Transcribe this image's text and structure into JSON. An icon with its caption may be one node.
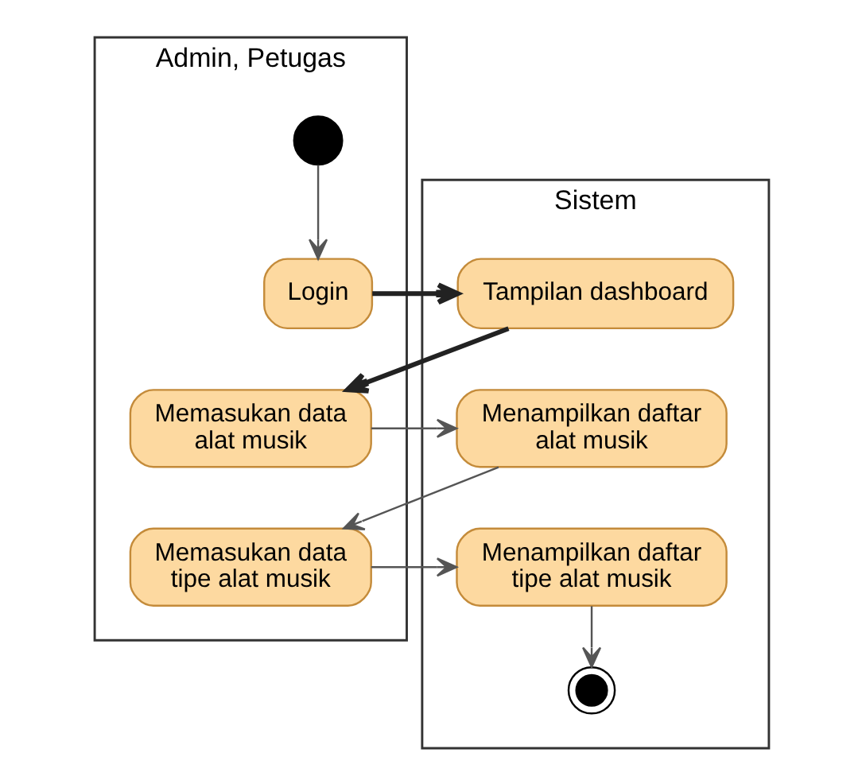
{
  "diagram": {
    "nodes": [
      {
        "text": [
          "Admin, Petugas"
        ]
      },
      {
        "text": [
          "Sistem"
        ]
      },
      {
        "text": [],
        "shape": "circle",
        "in": 0
      },
      {
        "text": [
          "Login"
        ],
        "in": 0
      },
      {
        "text": [
          "Tampilan dashboard"
        ],
        "in": 1
      },
      {
        "text": [
          "Memasukan data alat musik"
        ],
        "in": 0
      },
      {
        "text": [
          "Menampilkan daftar alat musik"
        ],
        "in": 1
      },
      {
        "text": [
          "Memasukan data tipe alat musik"
        ],
        "in": 0
      },
      {
        "text": [
          "Menampilkan daftar tipe alat musik"
        ],
        "in": 1
      },
      {
        "text": [],
        "shape": "circle",
        "in": 1
      }
    ],
    "edges": [
      {
        "from": 2,
        "to": 3,
        "arrow": "to"
      },
      {
        "from": 3,
        "to": 4,
        "arrow": "to",
        "style": "thick"
      },
      {
        "from": 4,
        "to": 5,
        "arrow": "to",
        "style": "thick"
      },
      {
        "from": 5,
        "to": 6,
        "arrow": "to"
      },
      {
        "from": 6,
        "to": 7,
        "arrow": "to"
      },
      {
        "from": 7,
        "to": 8,
        "arrow": "to"
      },
      {
        "from": 8,
        "to": 9,
        "arrow": "to"
      }
    ]
  }
}
